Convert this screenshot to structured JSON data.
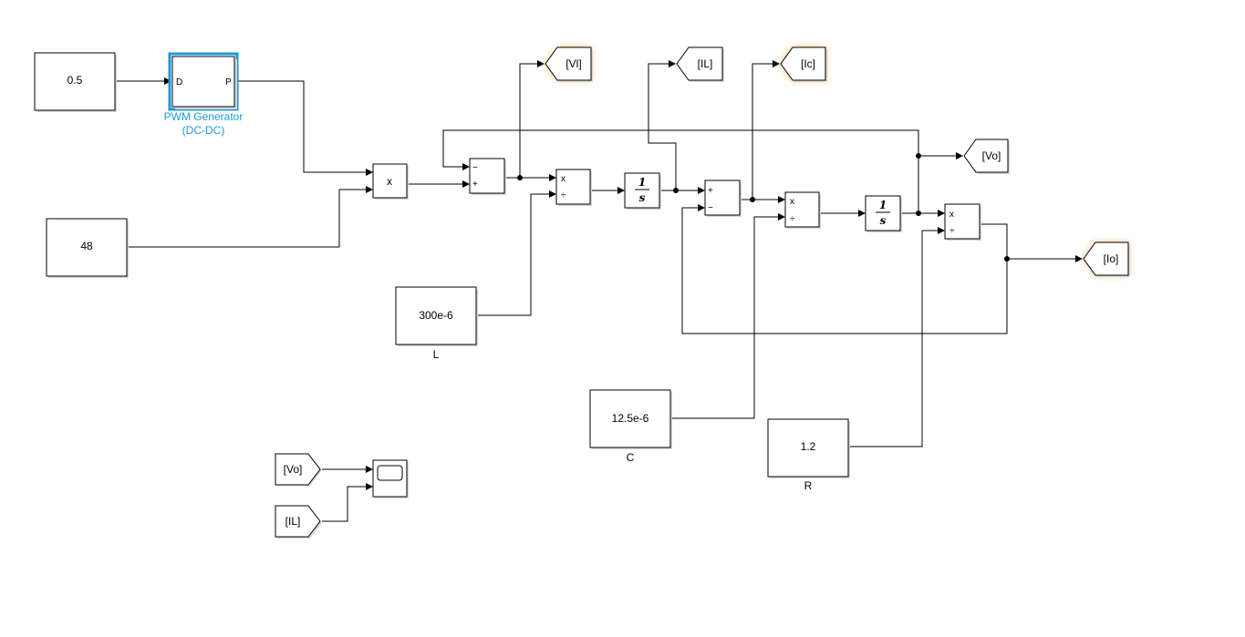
{
  "blocks": {
    "const_duty": "0.5",
    "pwm_port_in": "D",
    "pwm_port_out": "P",
    "pwm_name_line1": "PWM Generator",
    "pwm_name_line2": "(DC-DC)",
    "const_vin": "48",
    "product1": "x",
    "sum1_minus": "−",
    "sum1_plus": "+",
    "div1_mul": "x",
    "div1_div": "÷",
    "int1_num": "1",
    "int1_den": "s",
    "sum2_plus": "+",
    "sum2_minus": "−",
    "div2_mul": "x",
    "div2_div": "÷",
    "int2_num": "1",
    "int2_den": "s",
    "div3_mul": "x",
    "div3_div": "÷",
    "const_L": "300e-6",
    "const_L_name": "L",
    "const_C": "12.5e-6",
    "const_C_name": "C",
    "const_R": "1.2",
    "const_R_name": "R"
  },
  "gotos": {
    "vl": "[Vl]",
    "il": "[IL]",
    "ic": "[Ic]",
    "vo": "[Vo]",
    "io": "[Io]"
  },
  "froms": {
    "vo": "[Vo]",
    "il": "[IL]"
  },
  "colors": {
    "selected_border": "#1a9ad8",
    "highlight_glow": "#f5a04a"
  }
}
